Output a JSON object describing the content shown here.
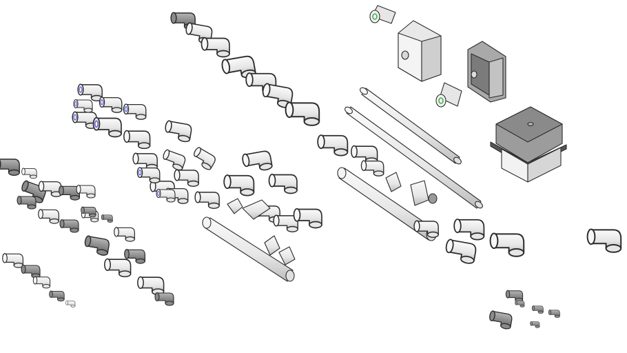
{
  "palette": {
    "background": "#ffffff",
    "pvc_white": "#f1f1f1",
    "pvc_shade": "#cfcfcf",
    "pvc_gray": "#9a9a9a",
    "pvc_dark": "#6f6f6f",
    "outline": "#2b2b2b",
    "accent_green": "#3fb24a",
    "accent_blue": "#6f6fd0",
    "box_top": "#7d7d7d"
  },
  "groups": [
    {
      "name": "left-gray-fittings-cluster",
      "icon": "pipe-fitting-icon"
    },
    {
      "name": "left-elbow-cluster",
      "icon": "elbow-icon"
    },
    {
      "name": "middle-diagonal-fittings",
      "icon": "elbow-icon"
    },
    {
      "name": "center-manifold",
      "icon": "tee-manifold-icon"
    },
    {
      "name": "straight-pipes",
      "icon": "pipe-icon"
    },
    {
      "name": "right-manifold",
      "icon": "tee-manifold-icon"
    },
    {
      "name": "wall-boxes",
      "icon": "junction-box-icon"
    },
    {
      "name": "large-box",
      "icon": "junction-box-icon"
    },
    {
      "name": "bottom-right-small-fittings",
      "icon": "pipe-fitting-icon"
    }
  ]
}
